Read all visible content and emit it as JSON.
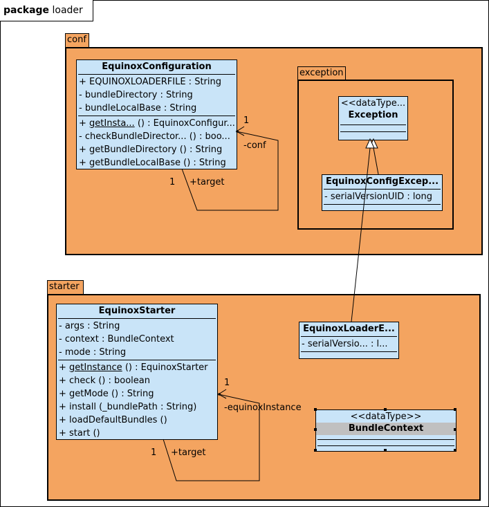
{
  "package": {
    "keyword": "package",
    "name": "loader"
  },
  "conf": {
    "name": "conf",
    "class": {
      "name": "EquinoxConfiguration",
      "attributes": [
        "+ EQUINOXLOADERFILE   : String",
        "- bundleDirectory   : String",
        "- bundleLocalBase   : String"
      ],
      "operations": [
        {
          "vis": "+ ",
          "name": "getInsta...",
          "static": true,
          "rest": " () : EquinoxConfigur..."
        },
        {
          "vis": "- ",
          "name": "checkBundleDirector...",
          "static": false,
          "rest": "   () : boo..."
        },
        {
          "vis": "+ ",
          "name": "getBundleDirectory",
          "static": false,
          "rest": " () : String"
        },
        {
          "vis": "+ ",
          "name": "getBundleLocalBase",
          "static": false,
          "rest": " () : String"
        }
      ]
    },
    "assoc": {
      "multiplicity_end": "1",
      "role_end": "-conf",
      "multiplicity_start": "1",
      "role_start": "+target"
    }
  },
  "exception_pkg": {
    "name": "exception",
    "exception_class": {
      "stereotype": "<<dataType...",
      "name": "Exception"
    },
    "config_exception": {
      "name": "EquinoxConfigExcep...",
      "attributes": [
        "- serialVersionUID   : long"
      ]
    }
  },
  "starter": {
    "name": "starter",
    "class": {
      "name": "EquinoxStarter",
      "attributes": [
        "- args  : String",
        "- context   : BundleContext",
        "- mode   : String"
      ],
      "operations": [
        {
          "vis": "+ ",
          "name": "getInstance",
          "static": true,
          "rest": " () : EquinoxStarter"
        },
        {
          "vis": "+ ",
          "name": "check",
          "static": false,
          "rest": " () : boolean"
        },
        {
          "vis": "+ ",
          "name": "getMode",
          "static": false,
          "rest": " () : String"
        },
        {
          "vis": "+ ",
          "name": "install",
          "static": false,
          "rest": " (_bundlePath : String)"
        },
        {
          "vis": "+ ",
          "name": "loadDefaultBundles",
          "static": false,
          "rest": " ()"
        },
        {
          "vis": "+ ",
          "name": "start",
          "static": false,
          "rest": " ()"
        }
      ]
    },
    "loader_exception": {
      "name": "EquinoxLoaderE...",
      "attributes": [
        "- serialVersio...    : l..."
      ]
    },
    "bundle_context": {
      "stereotype": "<<dataType>>",
      "name": "BundleContext"
    },
    "assoc": {
      "multiplicity_end": "1",
      "role_end": "-equinoxInstance",
      "multiplicity_start": "1",
      "role_start": "+target"
    }
  },
  "colors": {
    "package_fill": "#f4a460",
    "class_fill": "#c9e4f8",
    "selected_title": "#c0c0c0"
  }
}
